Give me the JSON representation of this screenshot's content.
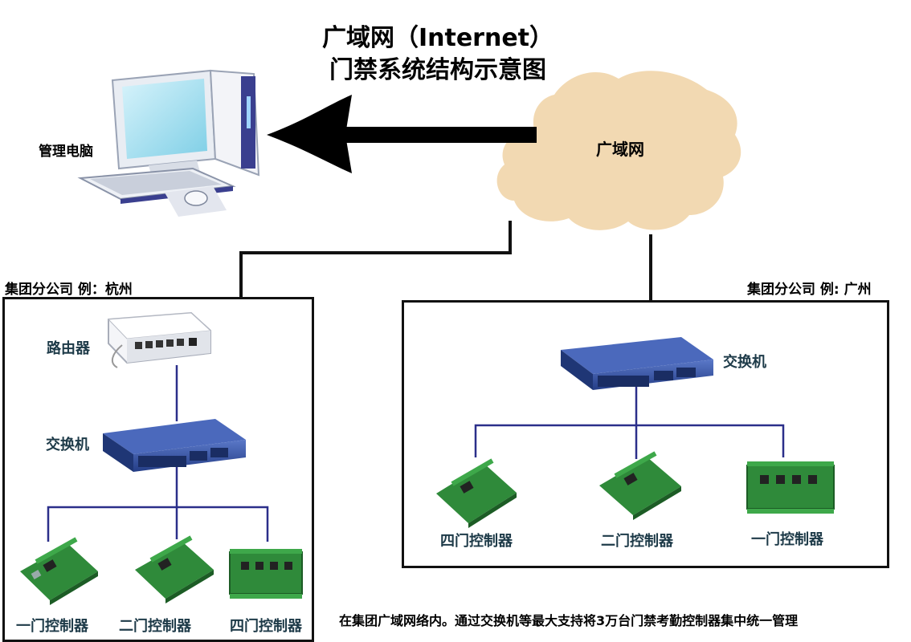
{
  "title": {
    "line1": "广域网（Internet）",
    "line2": "门禁系统结构示意图"
  },
  "cloud_label": "广域网",
  "pc_label": "管理电脑",
  "left_branch": {
    "title": "集团分公司 例：杭州",
    "router_label": "路由器",
    "switch_label": "交换机",
    "controllers": [
      "一门控制器",
      "二门控制器",
      "四门控制器"
    ]
  },
  "right_branch": {
    "title": "集团分公司 例: 广州",
    "switch_label": "交换机",
    "controllers": [
      "四门控制器",
      "二门控制器",
      "一门控制器"
    ]
  },
  "footer_note": "在集团广域网络内。通过交换机等最大支持将3万台门禁考勤控制器集中统一管理",
  "colors": {
    "cloud": "#f2d9b2",
    "link_line": "#2b2f8a",
    "switch_body": "#2e4a9a",
    "pcb_green": "#2f8a3a",
    "monitor_frame": "#3a3f8f"
  }
}
